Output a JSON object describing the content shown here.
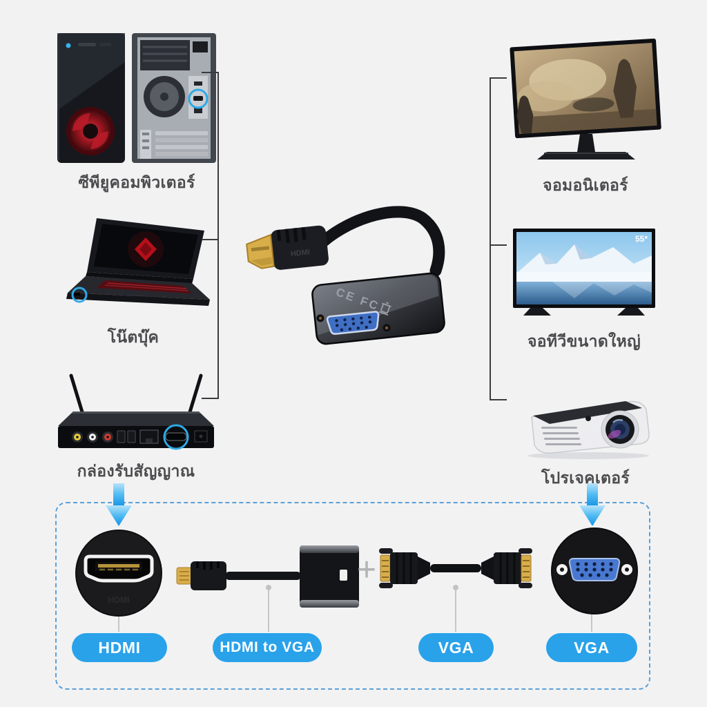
{
  "canvas": {
    "bg": "#f2f2f3",
    "accent_blue": "#29a2ea",
    "dashed_border_blue": "#5b9fd6",
    "highlight_circle_blue": "#2fa9e6"
  },
  "devices": {
    "left": [
      {
        "id": "cpu",
        "label": "ซีพียูคอมพิวเตอร์"
      },
      {
        "id": "notebook",
        "label": "โน๊ตบุ๊ค"
      },
      {
        "id": "settopbox",
        "label": "กล่องรับสัญญาณ"
      }
    ],
    "right": [
      {
        "id": "monitor",
        "label": "จอมอนิเตอร์"
      },
      {
        "id": "tv",
        "label": "จอทีวีขนาดใหญ่",
        "badge": "55*"
      },
      {
        "id": "projector",
        "label": "โปรเจคเตอร์"
      }
    ]
  },
  "adapter": {
    "plug_text": "HDMI",
    "cert_text": "CE FC"
  },
  "bottom": {
    "plus": "+",
    "pills": [
      {
        "id": "hdmi-port",
        "label": "HDMI"
      },
      {
        "id": "hdmi-to-vga",
        "label": "HDMI to VGA"
      },
      {
        "id": "vga-cable",
        "label": "VGA"
      },
      {
        "id": "vga-port",
        "label": "VGA"
      }
    ]
  }
}
